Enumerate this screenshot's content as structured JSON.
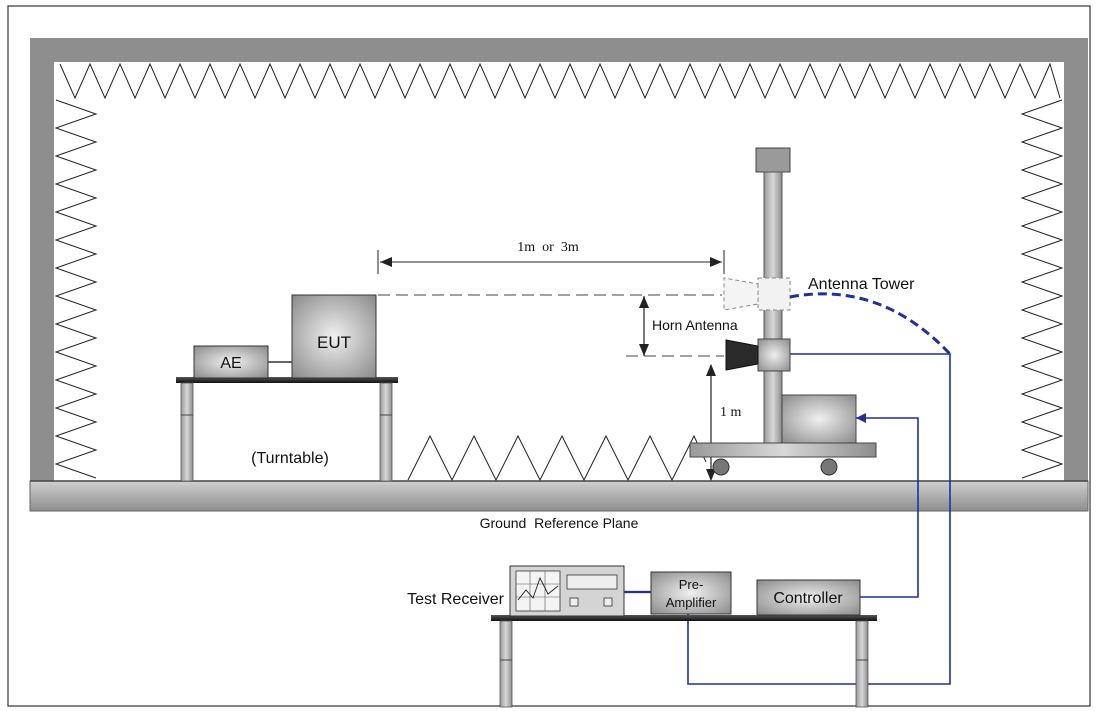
{
  "labels": {
    "distance": "1m  or  3m",
    "antenna_tower": "Antenna Tower",
    "horn_antenna": "Horn Antenna",
    "height": "1 m",
    "ae": "AE",
    "eut": "EUT",
    "turntable": "(Turntable)",
    "ground_plane": "Ground  Reference Plane",
    "test_receiver": "Test Receiver",
    "pre_amplifier_line1": "Pre-",
    "pre_amplifier_line2": "Amplifier",
    "controller": "Controller"
  },
  "colors": {
    "cable": "#1f2f9e",
    "wall": "#8e8e8e",
    "outline": "#222222"
  }
}
